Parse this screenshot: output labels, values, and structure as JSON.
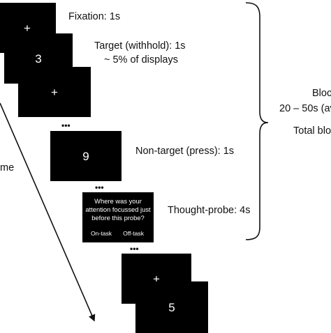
{
  "screens": {
    "fixation_1": "+",
    "target": "3",
    "fixation_2": "+",
    "non_target": "9",
    "fixation_3": "+",
    "final": "5"
  },
  "labels": {
    "fixation": "Fixation: 1s",
    "target_line1": "Target (withhold): 1s",
    "target_line2": "~ 5% of displays",
    "non_target": "Non-target (press): 1s",
    "thought_probe": "Thought-probe: 4s"
  },
  "probe": {
    "question_lines": [
      "Where was your",
      "attention focussed just",
      "before this probe?"
    ],
    "option_on": "On-task",
    "option_off": "Off-task"
  },
  "ellipsis": "•••",
  "time_axis_label": "me",
  "block": {
    "line1": "Bloc",
    "line2": "20 – 50s (av",
    "line3": "Total bloc"
  }
}
